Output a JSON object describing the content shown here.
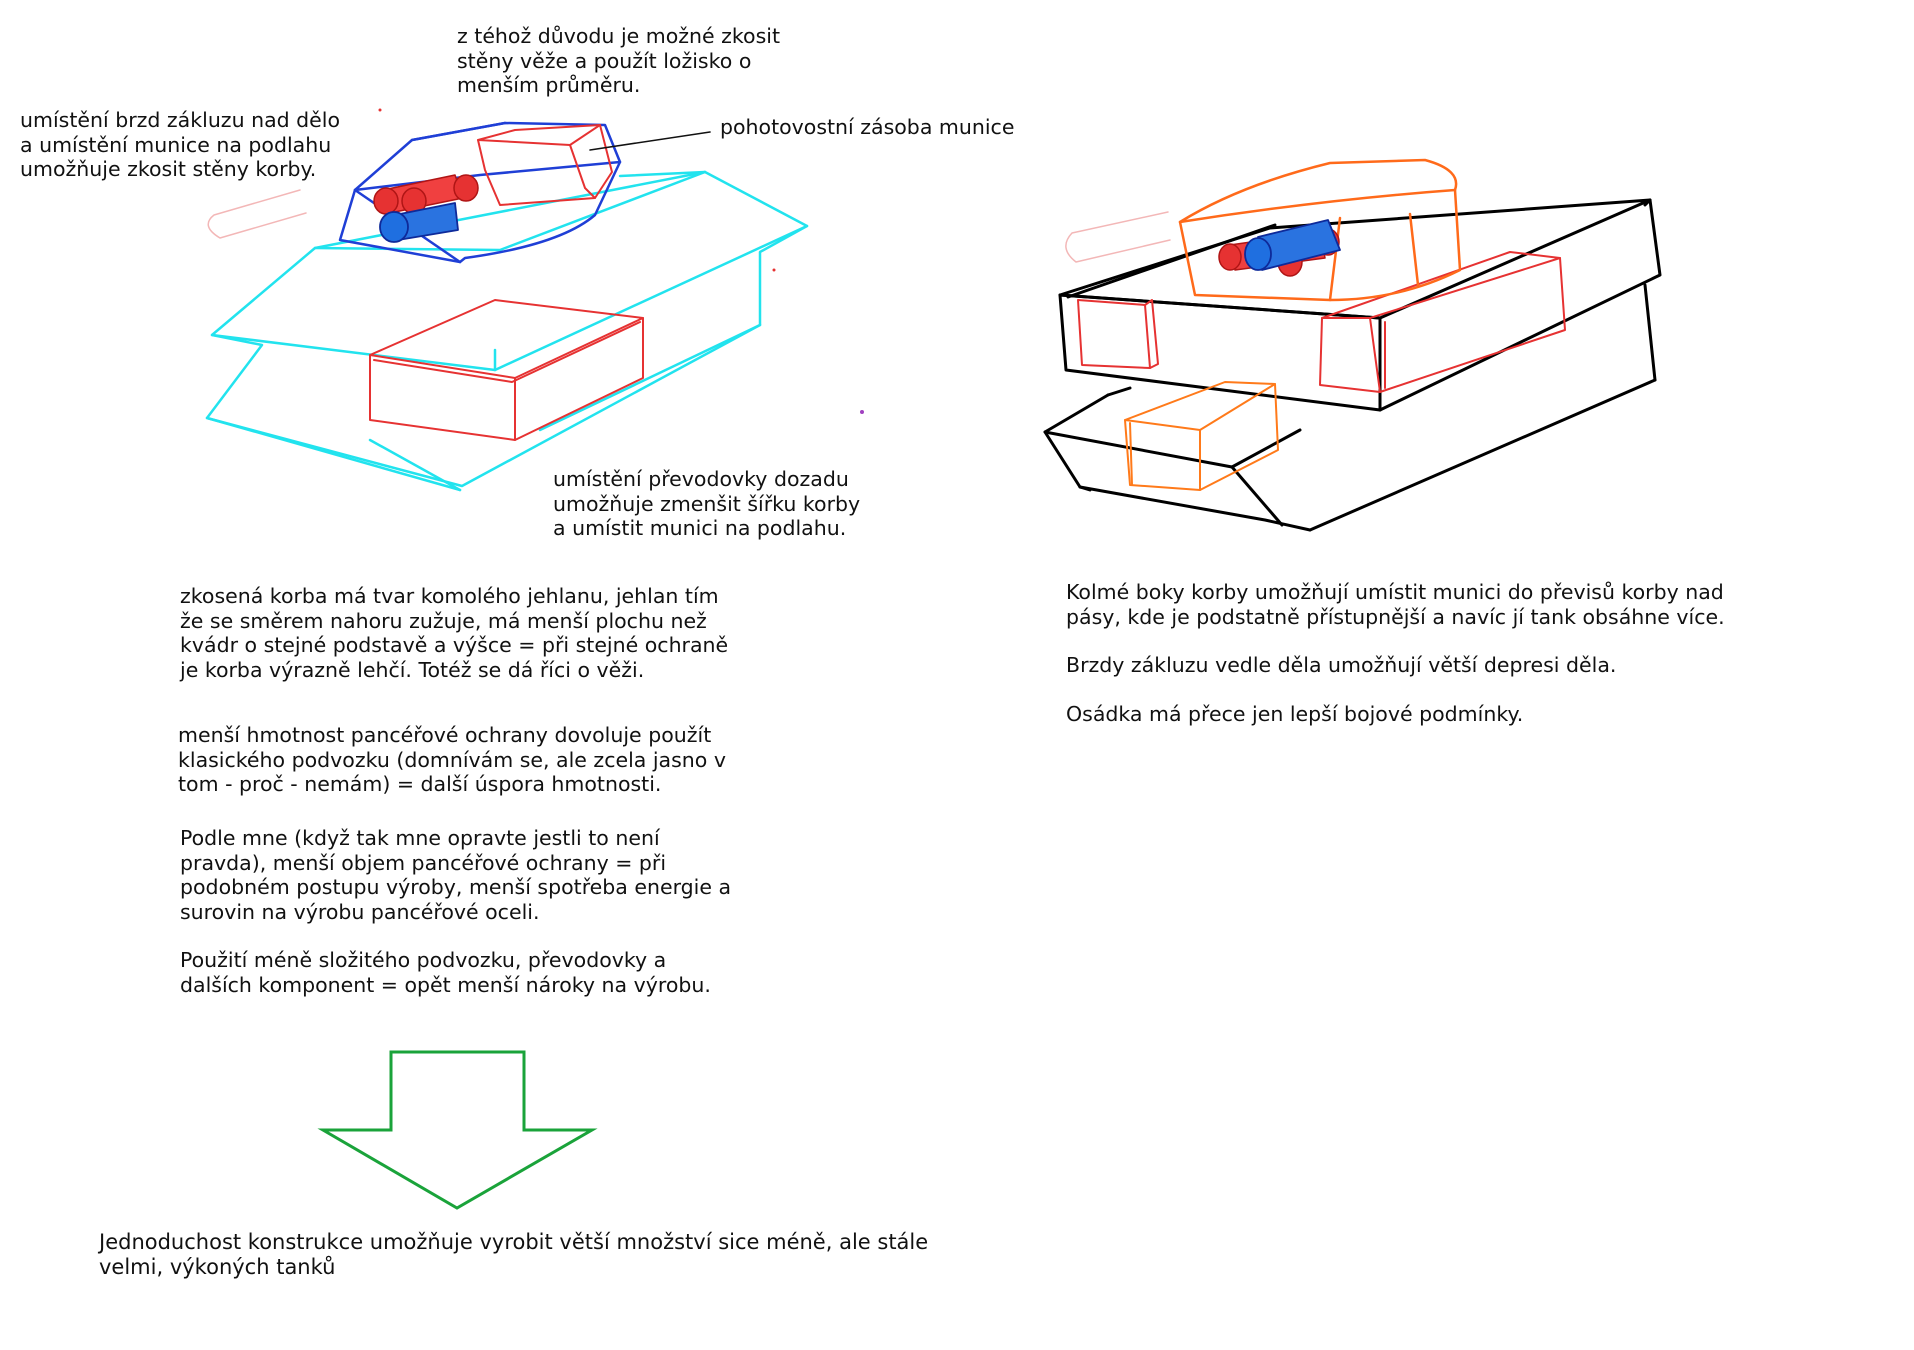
{
  "left_diagram": {
    "label_recoil_brakes": "umístění brzd zákluzu nad dělo\na umístění munice na podlahu\numožňuje zkosit stěny korby.",
    "label_turret_walls": "z téhož důvodu je možné zkosit\nstěny věže a použít ložisko o\nmenším průměru.",
    "label_ready_ammo": "pohotovostní zásoba munice",
    "label_transmission": "umístění převodovky dozadu\numožňuje zmenšit šířku korby\na umístit munici na podlahu."
  },
  "left_text": {
    "p1": "zkosená korba má tvar komolého jehlanu, jehlan tím\nže se směrem nahoru zužuje, má menší plochu než\nkvádr o stejné podstavě a výšce = při stejné ochraně\nje korba výrazně lehčí. Totéž se dá říci o věži.",
    "p2": "menší hmotnost pancéřové ochrany dovoluje použít\nklasického podvozku (domnívám se, ale zcela jasno v\ntom - proč - nemám) = další úspora hmotnosti.",
    "p3": "Podle mne (když tak mne opravte jestli to není\npravda), menší objem pancéřové ochrany = při\npodobném postupu výroby, menší spotřeba energie a\nsurovin na výrobu pancéřové oceli.",
    "p4": "Použití méně složitého podvozku, převodovky a\ndalších komponent = opět menší nároky na výrobu."
  },
  "right_text": {
    "p1": "Kolmé boky korby umožňují umístit munici do převisů korby nad\npásy, kde je podstatně přístupnější a navíc jí tank obsáhne více.",
    "p2": "Brzdy zákluzu vedle děla umožňují větší depresi děla.",
    "p3": "Osádka má přece jen lepší bojové podmínky."
  },
  "conclusion": "Jednoduchost konstrukce umožňuje vyrobit větší množství sice méně, ale stále\nvelmi, výkoných tanků",
  "colors": {
    "hull_cyan": "#22e3ee",
    "turret_blue": "#1f3fd6",
    "ammo_red": "#e63232",
    "barrel_blue": "#1f6fe0",
    "right_turret_orange": "#ff6a1a",
    "right_hull_black": "#000000",
    "arrow_green": "#1aa33a"
  }
}
